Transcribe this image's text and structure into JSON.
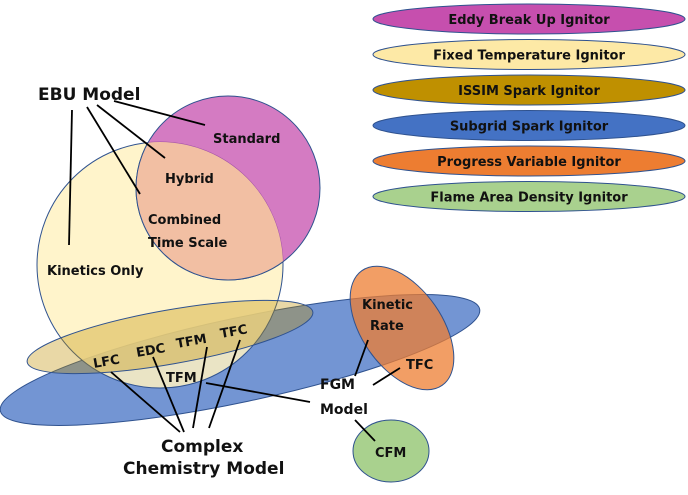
{
  "legend": [
    {
      "label": "Eddy Break Up Ignitor",
      "color": "#c64fae"
    },
    {
      "label": "Fixed Temperature Ignitor",
      "color": "#fde9a6"
    },
    {
      "label": "ISSIM Spark Ignitor",
      "color": "#bf9000"
    },
    {
      "label": "Subgrid Spark Ignitor",
      "color": "#4472c4"
    },
    {
      "label": "Progress Variable Ignitor",
      "color": "#ed7d31"
    },
    {
      "label": "Flame Area Density Ignitor",
      "color": "#a9d18e"
    }
  ],
  "labels": {
    "ebu_model": "EBU Model",
    "standard": "Standard",
    "hybrid": "Hybrid",
    "combined_1": "Combined",
    "combined_2": "Time Scale",
    "kinetics_only": "Kinetics Only",
    "lfc": "LFC",
    "edc": "EDC",
    "tfm_upper": "TFM",
    "tfc_left": "TFC",
    "tfm_lower": "TFM",
    "kinetic_1": "Kinetic",
    "kinetic_2": "Rate",
    "tfc_right": "TFC",
    "fgm_1": "FGM",
    "fgm_2": "Model",
    "cfm": "CFM",
    "complex_1": "Complex",
    "complex_2": "Chemistry Model"
  }
}
